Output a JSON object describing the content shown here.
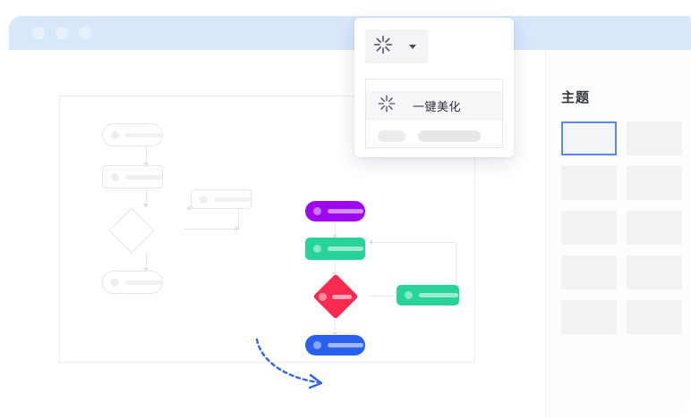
{
  "window": {
    "titlebar": {
      "color": "#d7e8fb",
      "dots": [
        "window-dot-1",
        "window-dot-2",
        "window-dot-3"
      ]
    }
  },
  "magic_menu": {
    "trigger_icon": "sparkle-icon",
    "caret_icon": "chevron-down-icon",
    "items": [
      {
        "icon": "sparkle-icon",
        "label": "一键美化"
      }
    ],
    "placeholder_row": {
      "short": "",
      "long": ""
    }
  },
  "theme_panel": {
    "title": "主题",
    "selected_index": 0,
    "accent": "#5c85f5",
    "tiles": [
      {
        "name": "theme-1"
      },
      {
        "name": "theme-2"
      },
      {
        "name": "theme-3"
      },
      {
        "name": "theme-4"
      },
      {
        "name": "theme-5"
      },
      {
        "name": "theme-6"
      },
      {
        "name": "theme-7"
      },
      {
        "name": "theme-8"
      },
      {
        "name": "theme-9"
      },
      {
        "name": "theme-10"
      }
    ]
  },
  "canvas": {
    "arrow": {
      "name": "transform-arrow",
      "color": "#2f63f0",
      "style": "dashed-curve"
    },
    "flow_before": {
      "nodes": [
        {
          "name": "node-start",
          "shape": "pill"
        },
        {
          "name": "node-process",
          "shape": "rect"
        },
        {
          "name": "node-decision",
          "shape": "diamond"
        },
        {
          "name": "node-end",
          "shape": "pill"
        },
        {
          "name": "node-branch",
          "shape": "rect"
        }
      ]
    },
    "flow_after": {
      "nodes": [
        {
          "name": "node-start",
          "shape": "pill",
          "color": "#9e07f0"
        },
        {
          "name": "node-process",
          "shape": "rect",
          "color": "#27d396"
        },
        {
          "name": "node-decision",
          "shape": "diamond",
          "color": "#f92b52"
        },
        {
          "name": "node-end",
          "shape": "pill",
          "color": "#2a60ef"
        },
        {
          "name": "node-branch",
          "shape": "rect",
          "color": "#27d396"
        }
      ]
    }
  }
}
